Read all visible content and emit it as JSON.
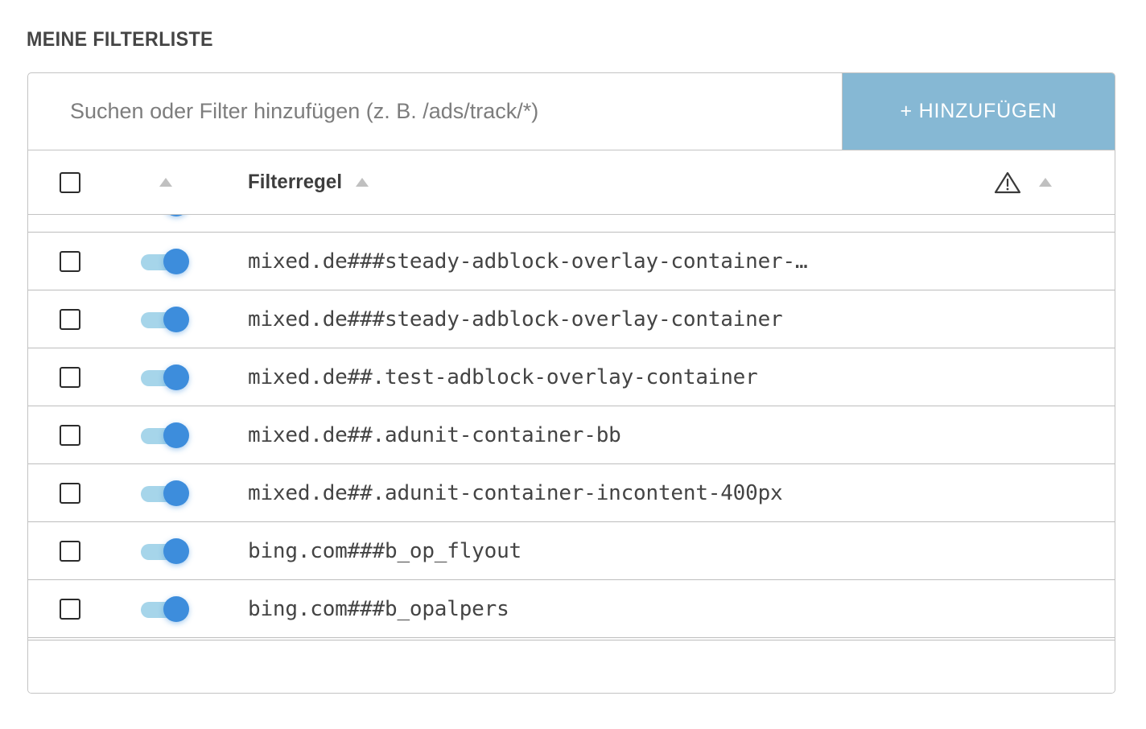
{
  "page": {
    "title": "MEINE FILTERLISTE"
  },
  "search": {
    "placeholder": "Suchen oder Filter hinzufügen (z. B. /ads/track/*)",
    "value": "",
    "add_label": "+ HINZUFÜGEN"
  },
  "table": {
    "header": {
      "select_all_checkbox": "",
      "toggle_sort_icon": "sort-ascending-triangle",
      "rule_column_label": "Filterregel",
      "rule_sort_icon": "sort-ascending-triangle",
      "warning_icon": "warning-triangle-icon",
      "warning_sort_icon": "sort-ascending-triangle"
    },
    "rows": [
      {
        "rule": "mixed.de###steady-adblock-overlay-container-…",
        "enabled": true,
        "selected": false
      },
      {
        "rule": "mixed.de###steady-adblock-overlay-container",
        "enabled": true,
        "selected": false
      },
      {
        "rule": "mixed.de##.test-adblock-overlay-container",
        "enabled": true,
        "selected": false
      },
      {
        "rule": "mixed.de##.adunit-container-bb",
        "enabled": true,
        "selected": false
      },
      {
        "rule": "mixed.de##.adunit-container-incontent-400px",
        "enabled": true,
        "selected": false
      },
      {
        "rule": "bing.com###b_op_flyout",
        "enabled": true,
        "selected": false
      },
      {
        "rule": "bing.com###b_opalpers",
        "enabled": true,
        "selected": false
      }
    ]
  },
  "colors": {
    "accent": "#86b8d4",
    "toggle_track": "#a6d5ea",
    "toggle_knob": "#3d8ddc",
    "border": "#c3c3c3",
    "text": "#444444",
    "title": "#454545"
  }
}
